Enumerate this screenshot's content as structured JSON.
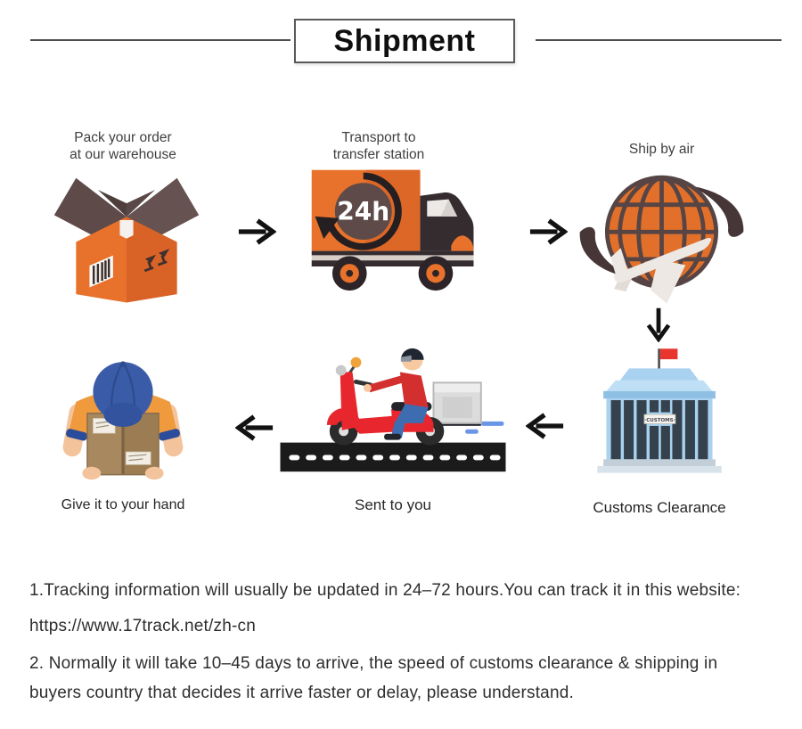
{
  "title": "Shipment",
  "colors": {
    "accent_orange": "#E2702A",
    "flap_brown": "#5E4B49",
    "truck_dark": "#352C30",
    "scooter_red": "#E8262D",
    "building_blue": "#A9D2F0",
    "window_slate": "#35424E",
    "cap_blue": "#3A5CA8",
    "shirt_orange": "#F09A3E",
    "parcel_brown": "#A8895F",
    "road_black": "#1B1B1B",
    "speed_blue": "#6B96E8",
    "flag_red": "#E8362E",
    "text_dark": "#2E2E2E"
  },
  "steps": {
    "pack": {
      "line1": "Pack your order",
      "line2": "at our warehouse",
      "icon": "open-box-icon"
    },
    "transport": {
      "line1": "Transport to",
      "line2": "transfer station",
      "icon": "truck-24h-icon"
    },
    "air": {
      "label": "Ship by air",
      "icon": "globe-plane-icon"
    },
    "customs": {
      "label": "Customs Clearance",
      "icon": "customs-building-icon"
    },
    "sent": {
      "label": "Sent to you",
      "icon": "delivery-scooter-icon"
    },
    "hand": {
      "label": "Give it to your hand",
      "icon": "courier-handover-icon"
    }
  },
  "icons": {
    "truck_badge": "24h",
    "customs_sign": "·CUSTOMS·"
  },
  "notes": {
    "line1": "1.Tracking information will usually be updated in 24–72 hours.You can track it in this website:",
    "line2": "https://www.17track.net/zh-cn",
    "line3": "2. Normally it will take 10–45 days to arrive, the speed of customs clearance & shipping in",
    "line4": "buyers country that decides it arrive faster or delay, please understand."
  }
}
